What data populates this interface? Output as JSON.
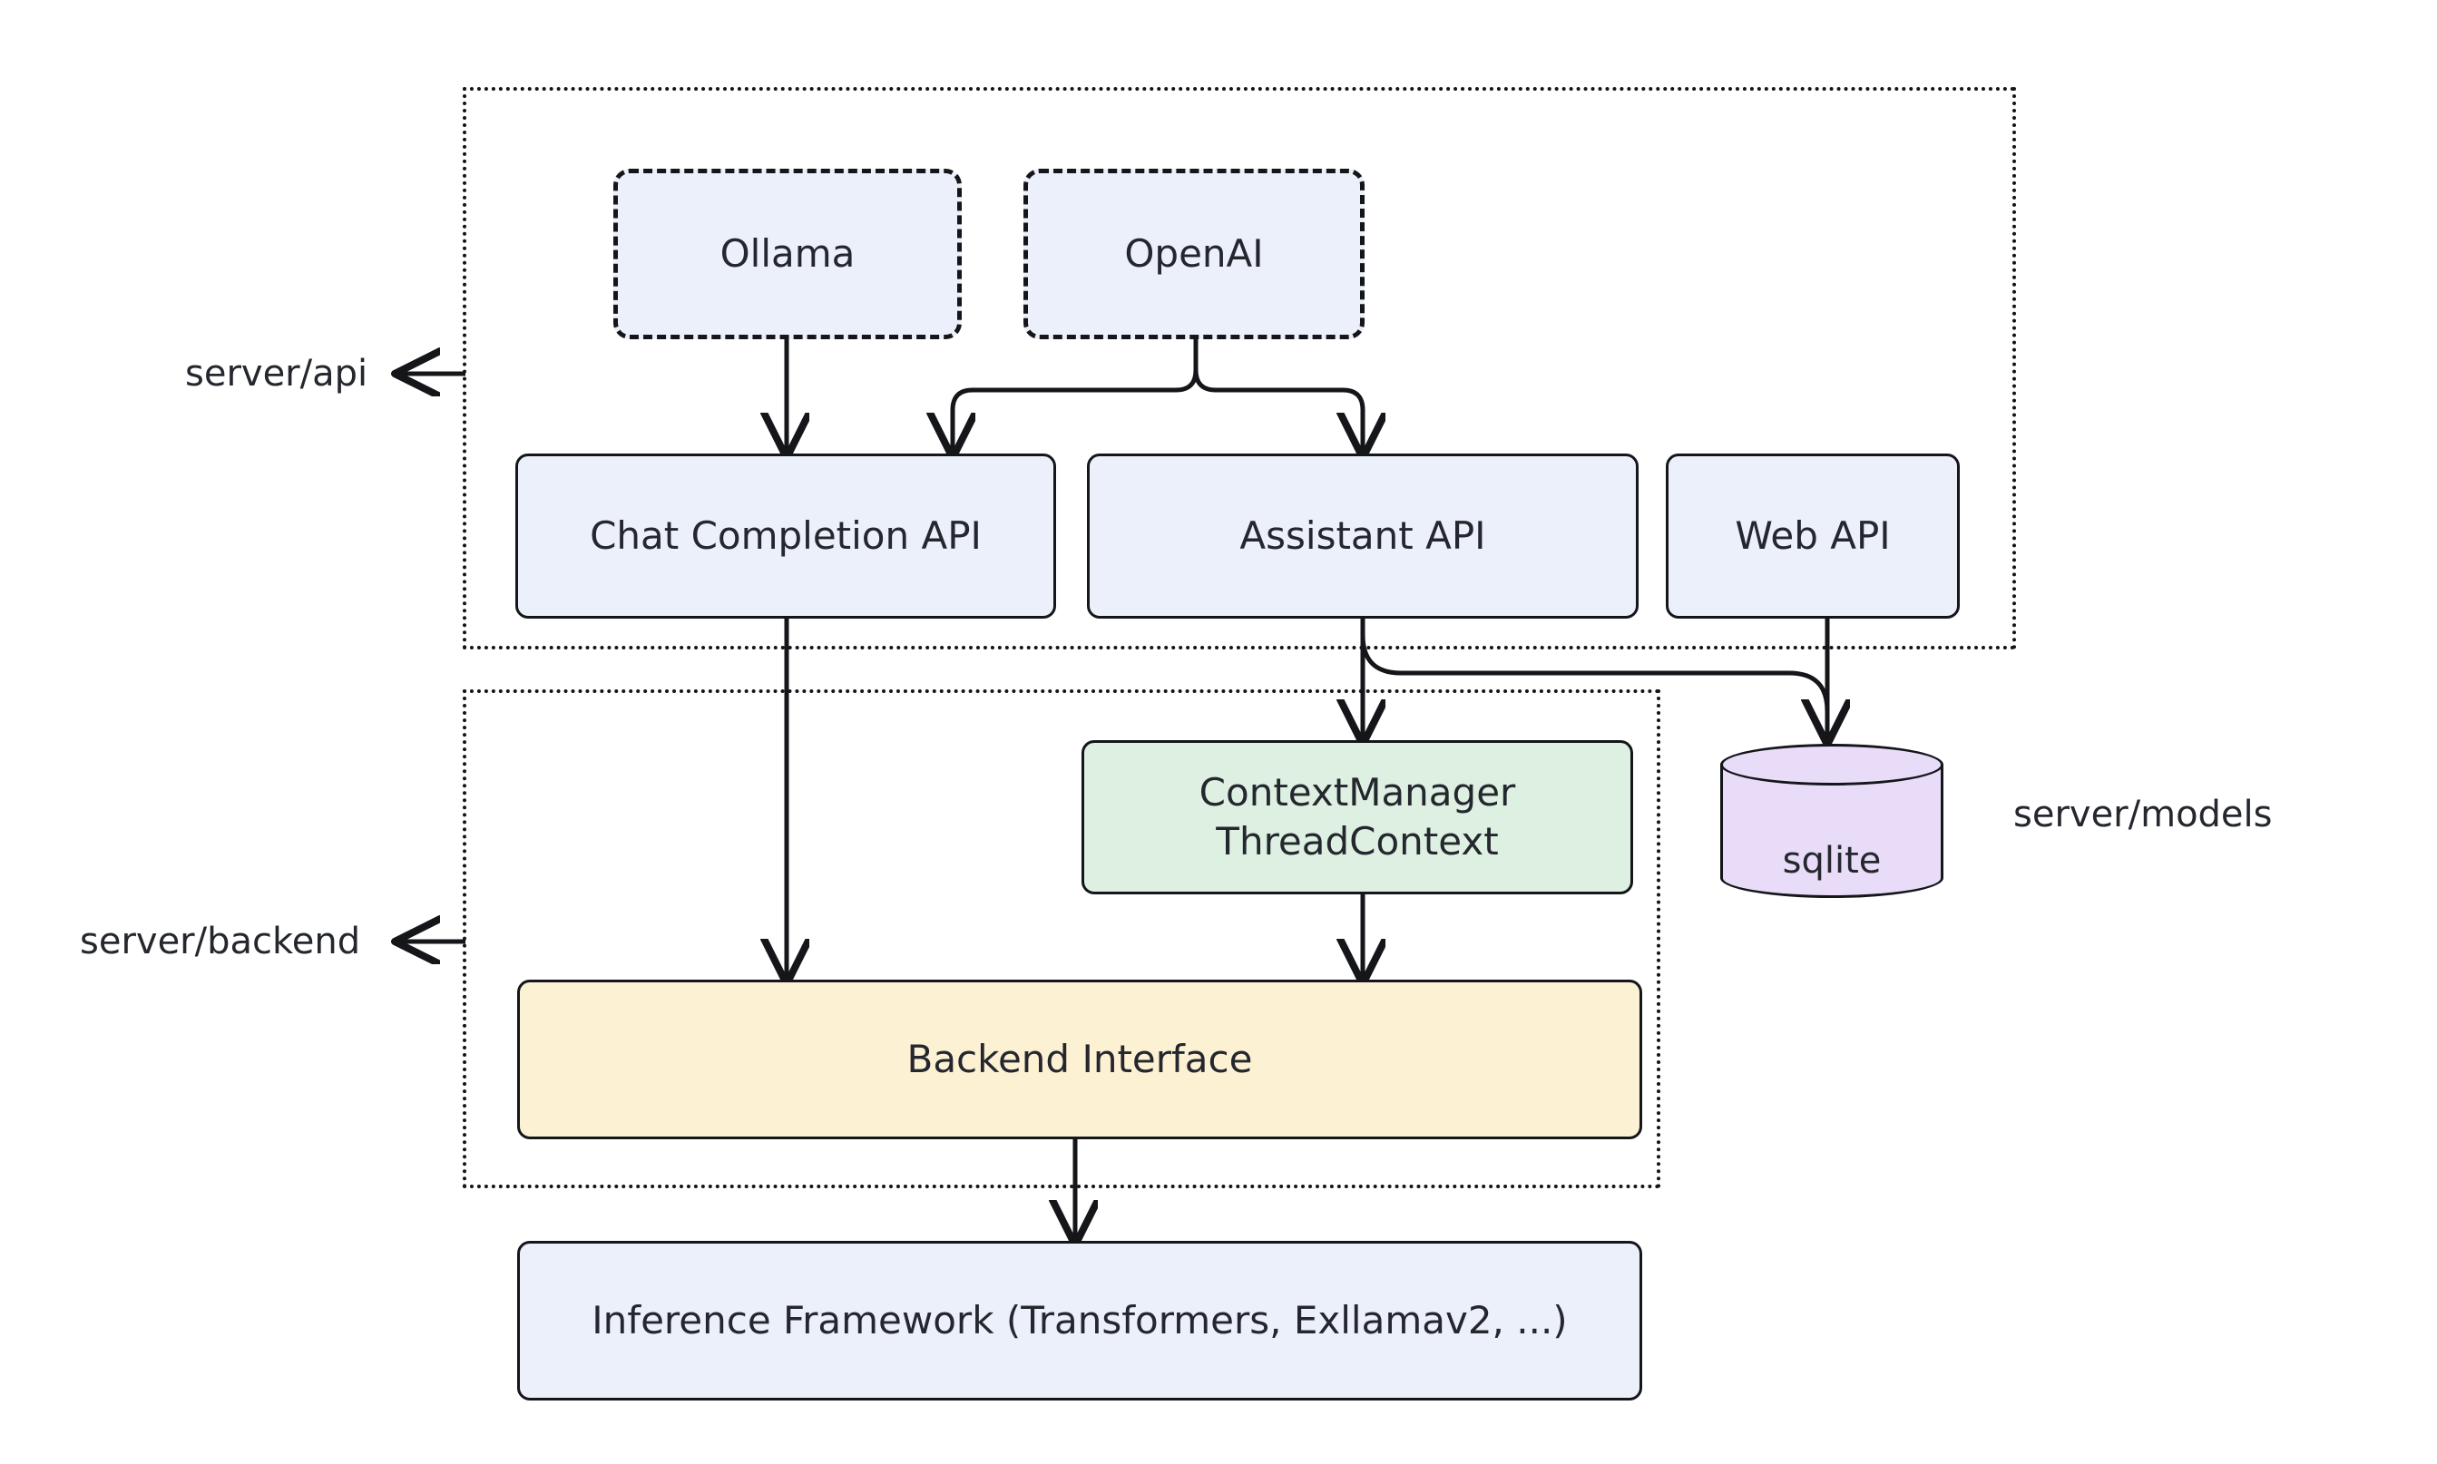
{
  "diagram": {
    "type": "architecture-flowchart",
    "background": "#ffffff",
    "groups": [
      {
        "id": "api-group",
        "label": "server/api",
        "label_has_arrow": true,
        "arrow_direction": "left",
        "border_style": "dotted"
      },
      {
        "id": "backend-group",
        "label": "server/backend",
        "label_has_arrow": true,
        "arrow_direction": "left",
        "border_style": "dotted"
      }
    ],
    "free_labels": [
      {
        "id": "models-label",
        "text": "server/models"
      }
    ],
    "nodes": [
      {
        "id": "ollama",
        "label": "Ollama",
        "shape": "rounded-rect",
        "border": "dashed",
        "fill": "#ecf0fa"
      },
      {
        "id": "openai",
        "label": "OpenAI",
        "shape": "rounded-rect",
        "border": "dashed",
        "fill": "#ecf0fa"
      },
      {
        "id": "chat-api",
        "label": "Chat Completion API",
        "shape": "rounded-rect",
        "border": "solid",
        "fill": "#ecf0fa"
      },
      {
        "id": "assistant-api",
        "label": "Assistant API",
        "shape": "rounded-rect",
        "border": "solid",
        "fill": "#ecf0fa"
      },
      {
        "id": "web-api",
        "label": "Web API",
        "shape": "rounded-rect",
        "border": "solid",
        "fill": "#ecf0fa"
      },
      {
        "id": "context-manager",
        "label": "ContextManager\nThreadContext",
        "shape": "rounded-rect",
        "border": "solid",
        "fill": "#ddf0e2"
      },
      {
        "id": "sqlite",
        "label": "sqlite",
        "shape": "cylinder",
        "border": "solid",
        "fill": "#e9dcf9"
      },
      {
        "id": "backend-interface",
        "label": "Backend Interface",
        "shape": "rounded-rect",
        "border": "solid",
        "fill": "#fdf1d4"
      },
      {
        "id": "inference-framework",
        "label": "Inference Framework (Transformers, Exllamav2, ...)",
        "shape": "rounded-rect",
        "border": "solid",
        "fill": "#ecf0fa"
      }
    ],
    "edges": [
      {
        "from": "ollama",
        "to": "chat-api"
      },
      {
        "from": "openai",
        "to": "chat-api"
      },
      {
        "from": "openai",
        "to": "assistant-api"
      },
      {
        "from": "chat-api",
        "to": "backend-interface"
      },
      {
        "from": "assistant-api",
        "to": "context-manager"
      },
      {
        "from": "assistant-api",
        "to": "sqlite"
      },
      {
        "from": "web-api",
        "to": "sqlite"
      },
      {
        "from": "context-manager",
        "to": "backend-interface"
      },
      {
        "from": "backend-interface",
        "to": "inference-framework"
      }
    ],
    "colors": {
      "stroke": "#14161a",
      "text": "#24272e",
      "blue_fill": "#ecf0fa",
      "green_fill": "#ddf0e2",
      "yellow_fill": "#fdf1d4",
      "purple_fill": "#e9dcf9"
    }
  }
}
